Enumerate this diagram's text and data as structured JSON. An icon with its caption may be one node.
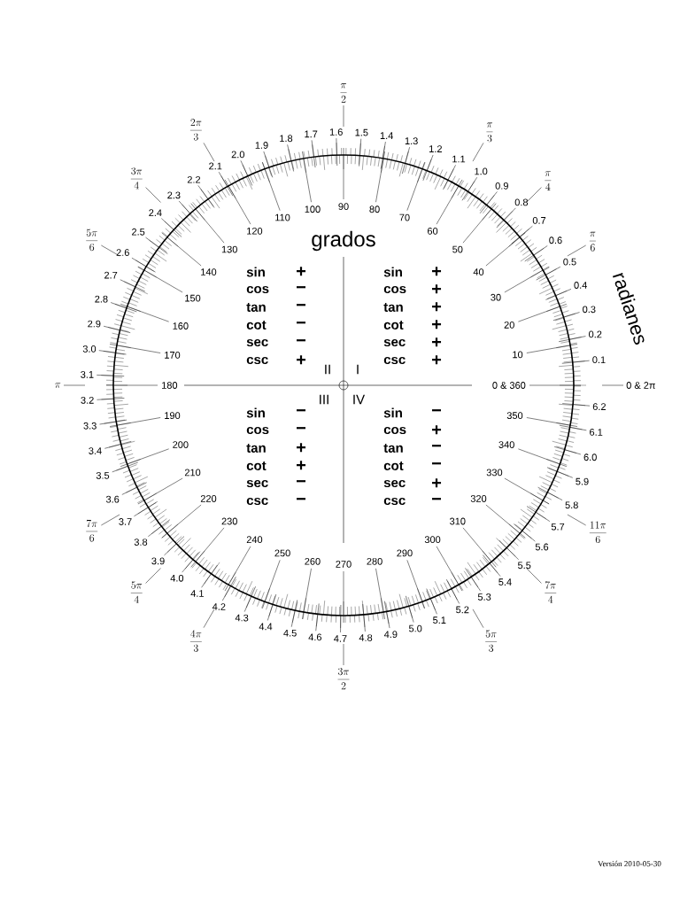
{
  "diagram": {
    "labels": [
      "grados",
      "radianes",
      "0 & 360",
      "10",
      "20",
      "30",
      "40",
      "50",
      "60",
      "70",
      "80",
      "90",
      "100",
      "110",
      "120",
      "130",
      "140",
      "150",
      "160",
      "170",
      "180",
      "190",
      "200",
      "210",
      "220",
      "230",
      "240",
      "250",
      "260",
      "270",
      "280",
      "290",
      "300",
      "310",
      "320",
      "330",
      "340",
      "350",
      "0.1",
      "0.2",
      "0.3",
      "0.4",
      "0.5",
      "0.6",
      "0.7",
      "0.8",
      "0.9",
      "1.0",
      "1.1",
      "1.2",
      "1.3",
      "1.4",
      "1.5",
      "1.6",
      "1.7",
      "1.8",
      "1.9",
      "2.0",
      "2.1",
      "2.2",
      "2.3",
      "2.4",
      "2.5",
      "2.6",
      "2.7",
      "2.8",
      "2.9",
      "3.0",
      "3.1",
      "3.2",
      "3.3",
      "3.4",
      "3.5",
      "3.6",
      "3.7",
      "3.8",
      "3.9",
      "4.0",
      "4.1",
      "4.2",
      "4.3",
      "4.4",
      "4.5",
      "4.6",
      "4.7",
      "4.8",
      "4.9",
      "5.0",
      "5.1",
      "5.2",
      "5.3",
      "5.4",
      "5.5",
      "5.6",
      "5.7",
      "5.8",
      "5.9",
      "6.0",
      "6.1",
      "6.2",
      "0 & 2π",
      "\\frac{\\pi}{6}",
      "\\frac{\\pi}{4}",
      "\\frac{\\pi}{3}",
      "\\frac{\\pi}{2}",
      "\\frac{2\\pi}{3}",
      "\\frac{3\\pi}{4}",
      "\\frac{5\\pi}{6}",
      "\\pi",
      "\\frac{7\\pi}{6}",
      "\\frac{5\\pi}{4}",
      "\\frac{4\\pi}{3}",
      "\\frac{3\\pi}{2}",
      "\\frac{5\\pi}{3}",
      "\\frac{7\\pi}{4}",
      "\\frac{11\\pi}{6}",
      "I",
      "II",
      "III",
      "IV",
      "sin",
      "+",
      "cos",
      "+",
      "tan",
      "+",
      "cot",
      "+",
      "sec",
      "+",
      "csc",
      "+",
      "sin",
      "+",
      "cos",
      "−",
      "tan",
      "−",
      "cot",
      "−",
      "sec",
      "−",
      "csc",
      "+",
      "sin",
      "−",
      "cos",
      "−",
      "tan",
      "+",
      "cot",
      "+",
      "sec",
      "−",
      "csc",
      "−",
      "sin",
      "−",
      "cos",
      "+",
      "tan",
      "−",
      "cot",
      "−",
      "sec",
      "+",
      "csc",
      "−",
      "Versión 2010-05-30"
    ]
  }
}
